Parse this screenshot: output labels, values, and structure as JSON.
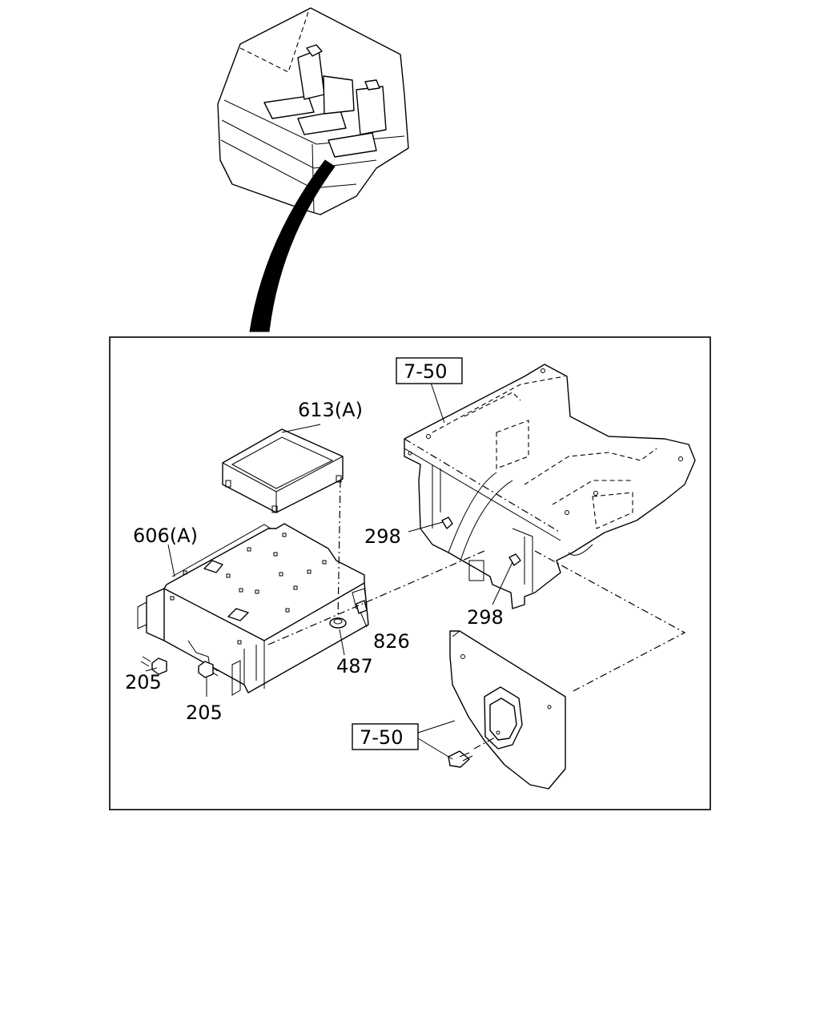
{
  "callouts": {
    "ecu": "613(A)",
    "bracket": "606(A)",
    "clip_upper": "298",
    "clip_lower": "298",
    "grommet": "487",
    "spacer": "826",
    "bolt_left": "205",
    "bolt_right": "205",
    "ref_floor": "7-50",
    "ref_panel": "7-50"
  }
}
